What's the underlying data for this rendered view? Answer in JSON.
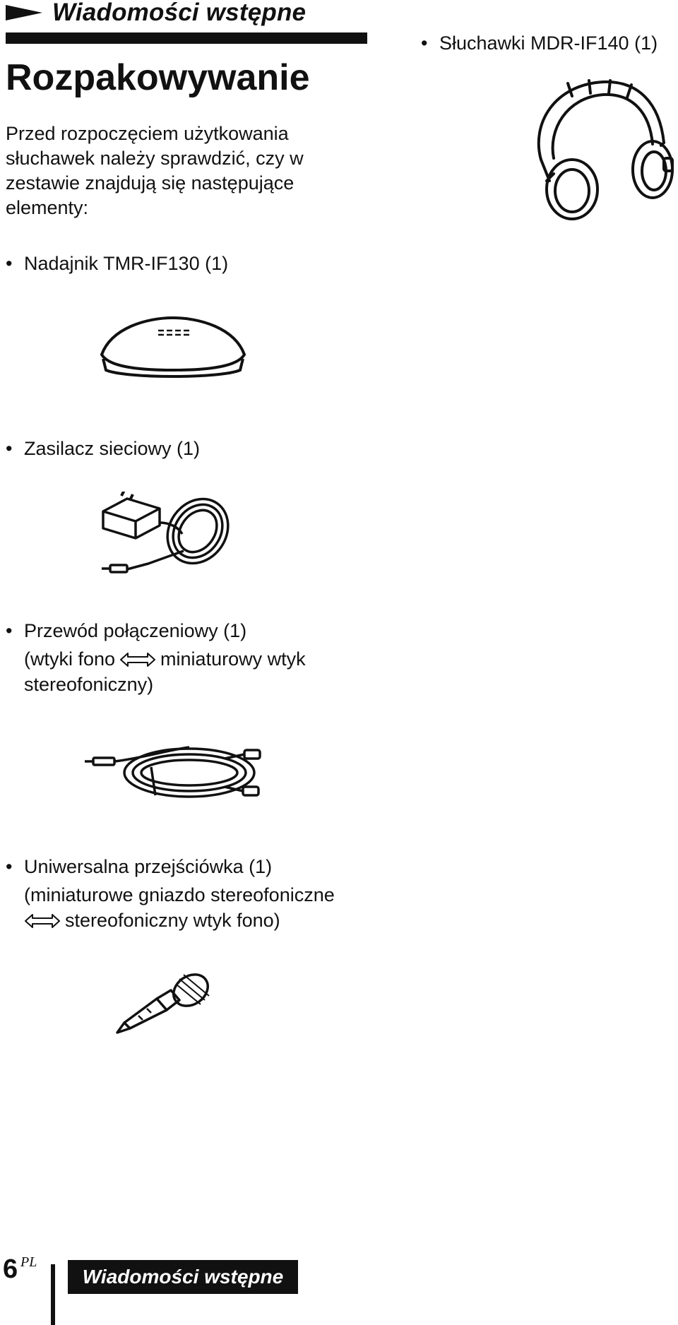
{
  "section_header": "Wiadomości wstępne",
  "title": "Rozpakowywanie",
  "intro": "Przed rozpoczęciem użytkowania słuchawek należy sprawdzić, czy w zestawie znajdują się następujące elementy:",
  "bullet_symbol": "•",
  "items": {
    "headphones": {
      "label": "Słuchawki MDR-IF140 (1)"
    },
    "transmitter": {
      "label": "Nadajnik TMR-IF130 (1)"
    },
    "adapter": {
      "label": "Zasilacz sieciowy (1)"
    },
    "cable": {
      "label": "Przewód połączeniowy (1)",
      "line2_a": "(wtyki fono",
      "line2_b": "miniaturowy wtyk",
      "line3": "stereofoniczny)"
    },
    "plug_adaptor": {
      "label": "Uniwersalna przejściówka (1)",
      "line2": "(miniaturowe gniazdo stereofoniczne",
      "line3": "stereofoniczny wtyk fono)"
    }
  },
  "footer": {
    "page_number": "6",
    "language_code": "PL",
    "tab_label": "Wiadomości wstępne"
  }
}
